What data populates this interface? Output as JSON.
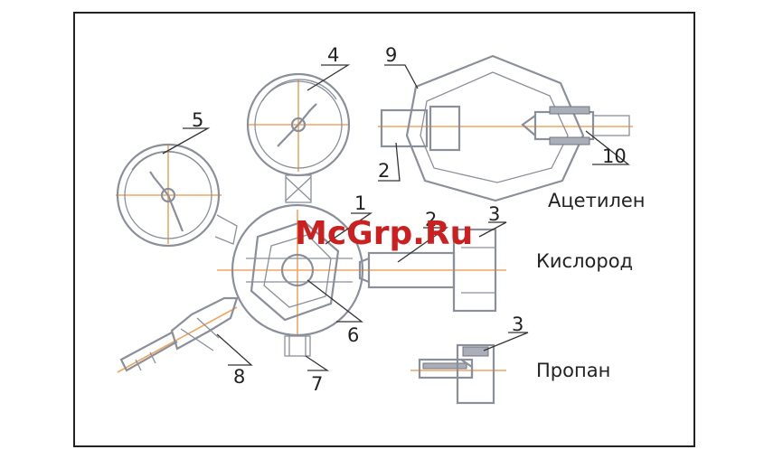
{
  "colors": {
    "watermark": "#cc1f1f",
    "outline": "#8a8f9a",
    "axis": "#f0a560",
    "text": "#222222"
  },
  "watermark": "McGrp.Ru",
  "gas_labels": {
    "acetylene": "Ацетилен",
    "oxygen": "Кислород",
    "propane": "Пропан"
  },
  "callouts": {
    "c1": "1",
    "c2a": "2",
    "c2b": "2",
    "c3a": "3",
    "c3b": "3",
    "c4": "4",
    "c5": "5",
    "c6": "6",
    "c7": "7",
    "c8": "8",
    "c9": "9",
    "c10": "10"
  }
}
